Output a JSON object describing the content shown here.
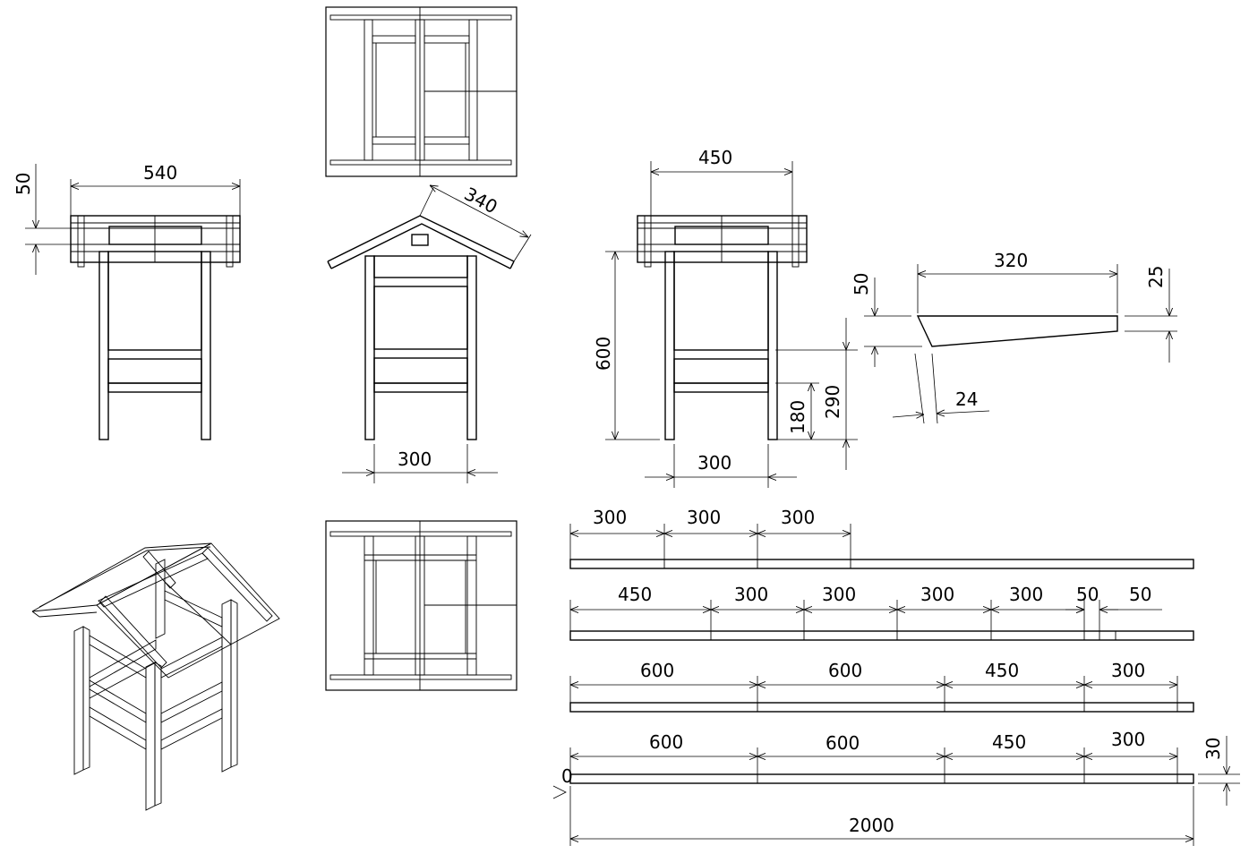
{
  "front_view": {
    "width": "540",
    "roof_thickness": "50"
  },
  "side_view": {
    "roof_slope": "340",
    "leg_span": "300"
  },
  "section_view": {
    "top_width": "450",
    "height": "600",
    "leg_span": "300",
    "upper_rail": "290",
    "lower_rail": "180"
  },
  "rafter_detail": {
    "length": "320",
    "end_height": "25",
    "start_height": "50",
    "cut_width": "24"
  },
  "cut_list": {
    "row1": [
      "300",
      "300",
      "300"
    ],
    "row2": [
      "450",
      "300",
      "300",
      "300",
      "300",
      "50",
      "50"
    ],
    "row3": [
      "600",
      "600",
      "450",
      "300"
    ],
    "row4": [
      "600",
      "600",
      "450",
      "300"
    ],
    "board_thickness": "30",
    "board_length": "2000",
    "origin": "0"
  }
}
